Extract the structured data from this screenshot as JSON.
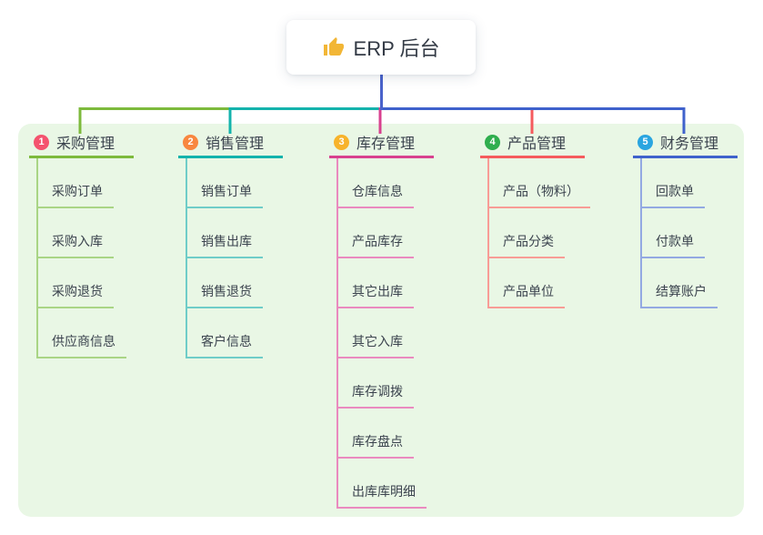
{
  "root": {
    "title": "ERP 后台",
    "icon": "thumbs-up"
  },
  "colors": {
    "stem": "#4a63cb",
    "panel_bg": "#e9f7e5",
    "root_bg": "#ffffff",
    "text": "#3b434e",
    "icon_gold": "#f2b636"
  },
  "branches": [
    {
      "number": "1",
      "title": "采购管理",
      "badge_color": "#f4536e",
      "line_color": "#7dba3c",
      "light_color": "#a9d585",
      "children": [
        "采购订单",
        "采购入库",
        "采购退货",
        "供应商信息"
      ]
    },
    {
      "number": "2",
      "title": "销售管理",
      "badge_color": "#f8873f",
      "line_color": "#14b3ac",
      "light_color": "#6fcdc8",
      "children": [
        "销售订单",
        "销售出库",
        "销售退货",
        "客户信息"
      ]
    },
    {
      "number": "3",
      "title": "库存管理",
      "badge_color": "#f7b32b",
      "line_color": "#d8418f",
      "light_color": "#ea8abf",
      "children": [
        "仓库信息",
        "产品库存",
        "其它出库",
        "其它入库",
        "库存调拨",
        "库存盘点",
        "出库库明细"
      ]
    },
    {
      "number": "4",
      "title": "产品管理",
      "badge_color": "#2fae4e",
      "line_color": "#f55b5e",
      "light_color": "#f89c96",
      "children": [
        "产品（物料）",
        "产品分类",
        "产品单位"
      ]
    },
    {
      "number": "5",
      "title": "财务管理",
      "badge_color": "#2aa5e0",
      "line_color": "#3f62cc",
      "light_color": "#93a9e2",
      "children": [
        "回款单",
        "付款单",
        "结算账户"
      ]
    }
  ]
}
